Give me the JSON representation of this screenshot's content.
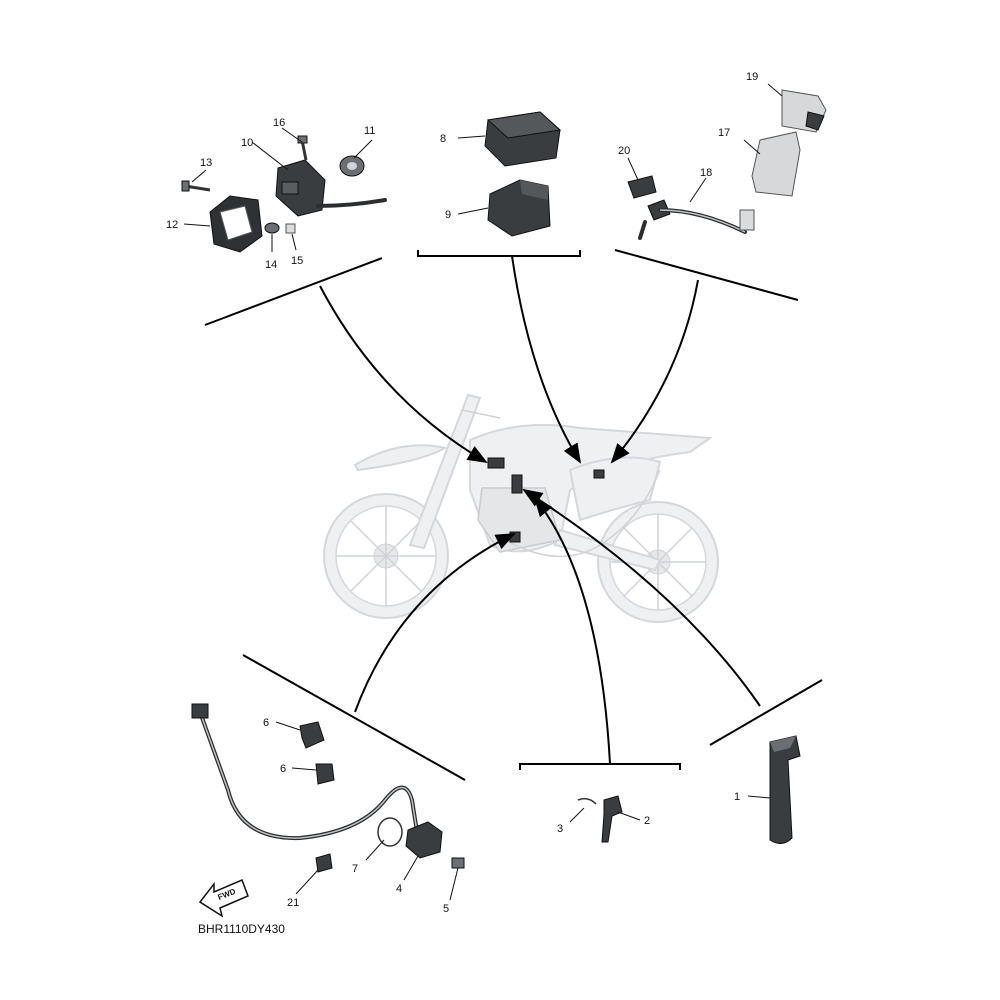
{
  "diagram_code": "BHR1110DY430",
  "fwd_arrow_label": "FWD",
  "callouts": {
    "c1": "1",
    "c2": "2",
    "c3": "3",
    "c4": "4",
    "c5": "5",
    "c6a": "6",
    "c6b": "6",
    "c7": "7",
    "c8": "8",
    "c9": "9",
    "c10": "10",
    "c11": "11",
    "c12": "12",
    "c13": "13",
    "c14": "14",
    "c15": "15",
    "c16": "16",
    "c17": "17",
    "c18": "18",
    "c19": "19",
    "c20": "20",
    "c21": "21"
  },
  "colors": {
    "line": "#000000",
    "part_dark": "#3a3d40",
    "ghost_motorcycle": "#eef0f2"
  },
  "icons": {
    "fwd_arrow": "left-arrow-icon"
  }
}
